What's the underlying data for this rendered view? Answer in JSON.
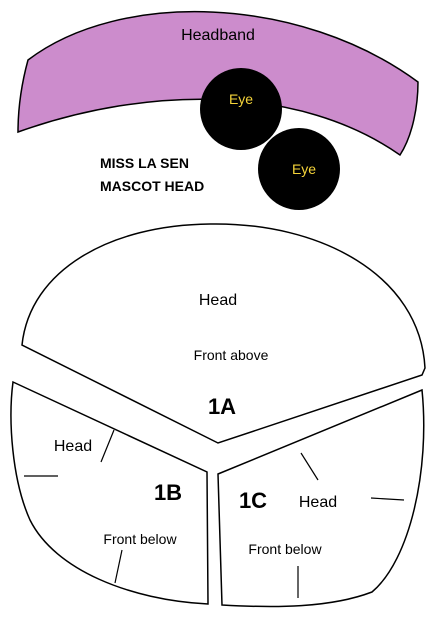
{
  "headband": {
    "label": "Headband",
    "fill": "#cc8ccc"
  },
  "eyes": [
    {
      "label": "Eye"
    },
    {
      "label": "Eye"
    }
  ],
  "eye_color": "#000000",
  "eye_text_color": "#f5d43a",
  "title": {
    "line1": "MISS LA SEN",
    "line2": "MASCOT HEAD"
  },
  "piece_1a": {
    "id": "1A",
    "label": "Head",
    "sub": "Front above"
  },
  "piece_1b": {
    "id": "1B",
    "label": "Head",
    "sub": "Front  below"
  },
  "piece_1c": {
    "id": "1C",
    "label": "Head",
    "sub": "Front below"
  }
}
